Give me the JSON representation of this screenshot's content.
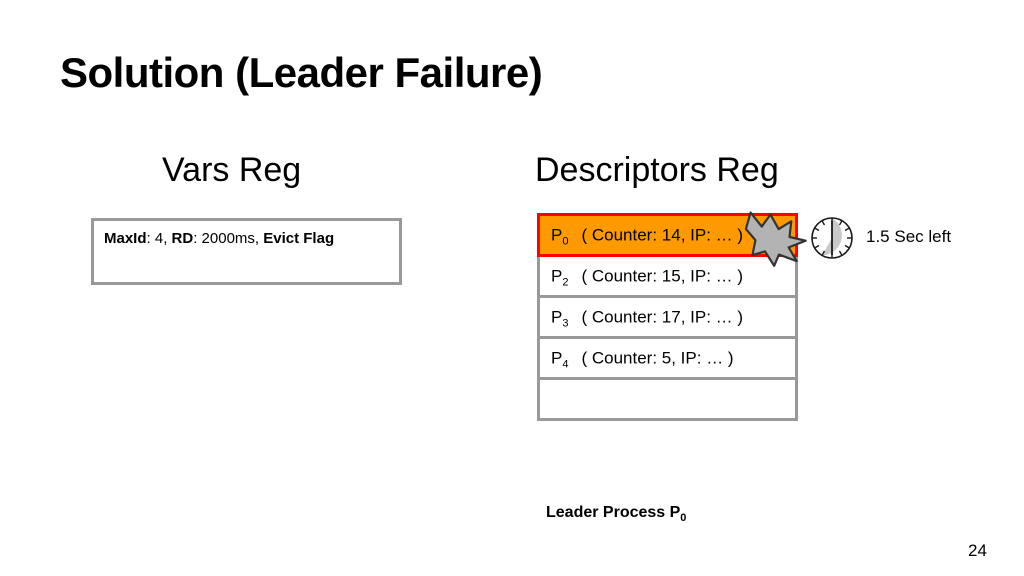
{
  "slide": {
    "title": "Solution (Leader Failure)",
    "page_number": "24"
  },
  "vars_reg": {
    "heading": "Vars Reg",
    "fields": {
      "maxid_label": "MaxId",
      "maxid_value": ": 4, ",
      "rd_label": "RD",
      "rd_value": ": 2000ms, ",
      "evict_label": "Evict Flag"
    }
  },
  "descriptors_reg": {
    "heading": "Descriptors Reg",
    "rows": [
      {
        "pid": "P",
        "sub": "0",
        "body": "( Counter: 14, IP: … )",
        "leader": true
      },
      {
        "pid": "P",
        "sub": "2",
        "body": "( Counter: 15, IP: … )",
        "leader": false
      },
      {
        "pid": "P",
        "sub": "3",
        "body": "( Counter: 17, IP: … )",
        "leader": false
      },
      {
        "pid": "P",
        "sub": "4",
        "body": "( Counter: 5, IP: … )",
        "leader": false
      },
      {
        "pid": "",
        "sub": "",
        "body": "",
        "leader": false
      }
    ]
  },
  "timer": {
    "label": "1.5 Sec left"
  },
  "caption": {
    "text": "Leader Process P",
    "sub": "0"
  },
  "icons": {
    "crash": "crash-burst-icon",
    "clock": "clock-icon"
  },
  "colors": {
    "leader_fill": "#ff9900",
    "leader_border": "#ff0000",
    "box_border": "#999999",
    "crash_fill": "#b3b3b3",
    "clock_wedge": "#c9c9c9"
  }
}
